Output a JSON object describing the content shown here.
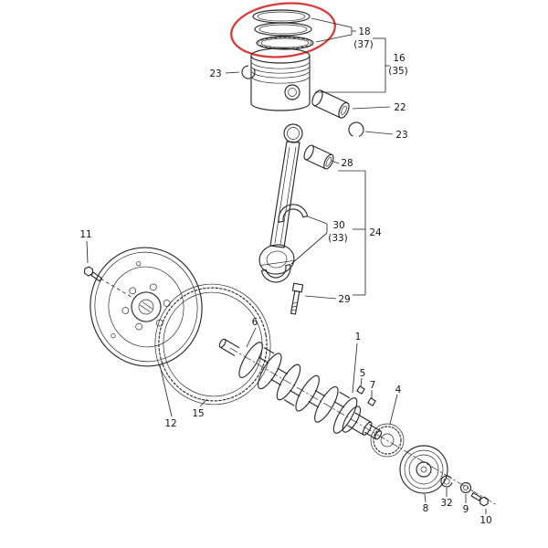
{
  "figure": {
    "background": "#ffffff",
    "line_color": "#2a2a2a",
    "highlight_color": "#d93939",
    "callouts": {
      "ring_set": {
        "label": "18",
        "alt": "(37)"
      },
      "piston_assembly": {
        "label": "16",
        "alt": "(35)"
      },
      "circlip_left": {
        "label": "23"
      },
      "piston_pin": {
        "label": "22"
      },
      "circlip_right": {
        "label": "23"
      },
      "small_end_bushing": {
        "label": "28"
      },
      "bearing_shell_set": {
        "label": "30",
        "alt": "(33)"
      },
      "rod_assembly": {
        "label": "24"
      },
      "rod_bolt": {
        "label": "29"
      },
      "flywheel_bolt": {
        "label": "11"
      },
      "flywheel": {
        "label": "12"
      },
      "ring_gear": {
        "label": "15"
      },
      "crank_front_end": {
        "label": "6"
      },
      "crankshaft": {
        "label": "1"
      },
      "key_upper": {
        "label": "5"
      },
      "key_lower": {
        "label": "7"
      },
      "timing_gear": {
        "label": "4"
      },
      "crank_pulley": {
        "label": "8"
      },
      "lock_washer": {
        "label": "32"
      },
      "flat_washer": {
        "label": "9"
      },
      "pulley_bolt": {
        "label": "10"
      }
    }
  }
}
